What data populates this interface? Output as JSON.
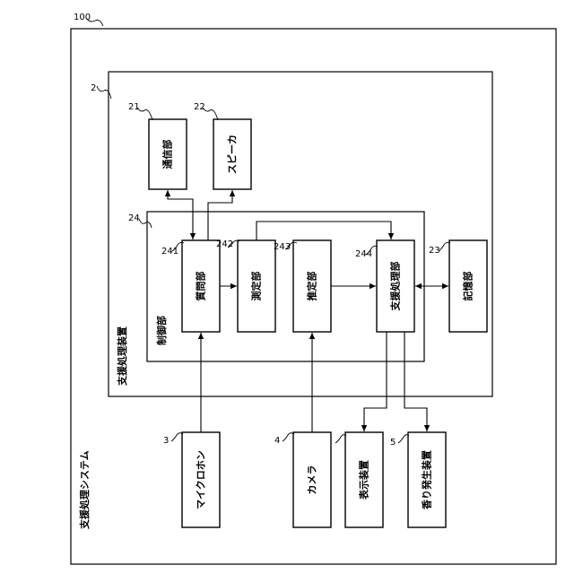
{
  "system": {
    "ref": "100",
    "label": "支援処理システム"
  },
  "device": {
    "ref": "2",
    "label": "支援処理装置"
  },
  "controller": {
    "ref": "24",
    "label": "制御部"
  },
  "blocks": {
    "communication": {
      "ref": "21",
      "label": "通信部"
    },
    "speaker": {
      "ref": "22",
      "label": "スピーカ"
    },
    "storage": {
      "ref": "23",
      "label": "記憶部"
    },
    "question": {
      "ref": "241",
      "label": "質問部"
    },
    "measure": {
      "ref": "242",
      "label": "測定部"
    },
    "estimate": {
      "ref": "243",
      "label": "推定部"
    },
    "support": {
      "ref": "244",
      "label": "支援処理部"
    },
    "microphone": {
      "ref": "3",
      "label": "マイクロホン"
    },
    "camera": {
      "ref": "4",
      "label": "カメラ"
    },
    "display": {
      "ref": "",
      "label": "表示装置"
    },
    "scent": {
      "ref": "5",
      "label": "香り発生装置"
    }
  }
}
